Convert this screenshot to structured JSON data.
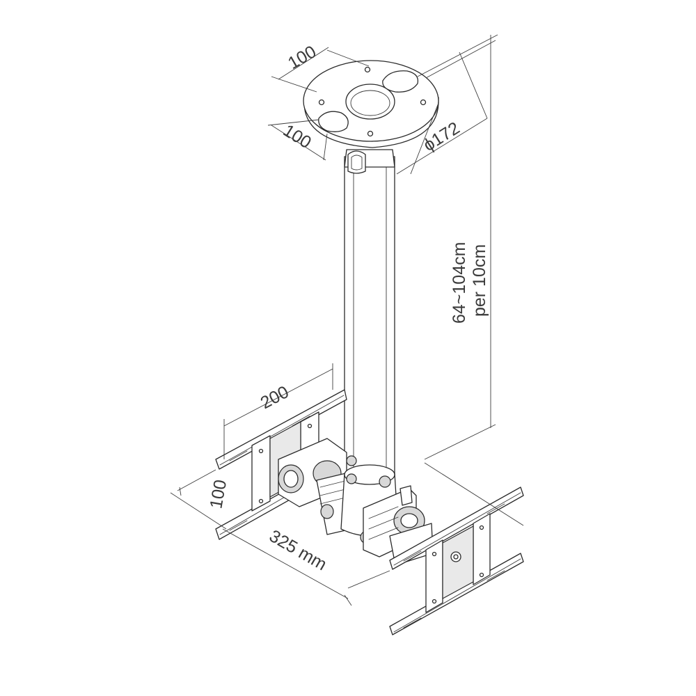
{
  "dimensions": {
    "plate_width_a": "100",
    "plate_width_b": "100",
    "plate_diameter": "ϕ172",
    "height_range": "64~104cm",
    "height_step": "per 10cm",
    "vesa_horizontal": "200",
    "vesa_vertical": "100",
    "bracket_width": "325 mm"
  },
  "colors": {
    "line": "#2a2a2a",
    "background": "#ffffff",
    "shade": "#e9e9e9"
  }
}
